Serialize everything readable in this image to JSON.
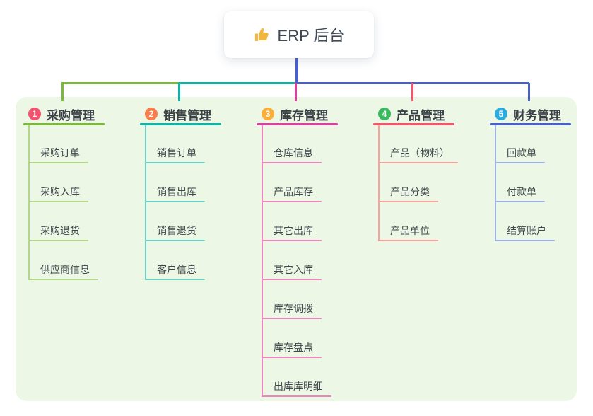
{
  "root": {
    "title": "ERP 后台",
    "icon": "thumbs-up-icon",
    "icon_color": "#f2b53d"
  },
  "canvas": {
    "background_color": "#ffffff",
    "panel_color": "#ecf7e5",
    "trunk_connector_color": "#4a5fc8"
  },
  "branches": [
    {
      "badge": "1",
      "label": "采购管理",
      "badge_color": "#f3536e",
      "line_color": "#7db83e",
      "child_line_color": "#b2d788",
      "children": [
        "采购订单",
        "采购入库",
        "采购退货",
        "供应商信息"
      ]
    },
    {
      "badge": "2",
      "label": "销售管理",
      "badge_color": "#fa7d4d",
      "line_color": "#14b2a5",
      "child_line_color": "#6ed0c5",
      "children": [
        "销售订单",
        "销售出库",
        "销售退货",
        "客户信息"
      ]
    },
    {
      "badge": "3",
      "label": "库存管理",
      "badge_color": "#fbae38",
      "line_color": "#d7439a",
      "child_line_color": "#ef85be",
      "children": [
        "仓库信息",
        "产品库存",
        "其它出库",
        "其它入库",
        "库存调拨",
        "库存盘点",
        "出库库明细"
      ]
    },
    {
      "badge": "4",
      "label": "产品管理",
      "badge_color": "#3bb95e",
      "line_color": "#f2566a",
      "child_line_color": "#f9a29c",
      "children": [
        "产品（物料）",
        "产品分类",
        "产品单位"
      ]
    },
    {
      "badge": "5",
      "label": "财务管理",
      "badge_color": "#2cabdf",
      "line_color": "#4a5fc8",
      "child_line_color": "#9db1e6",
      "children": [
        "回款单",
        "付款单",
        "结算账户"
      ]
    }
  ]
}
